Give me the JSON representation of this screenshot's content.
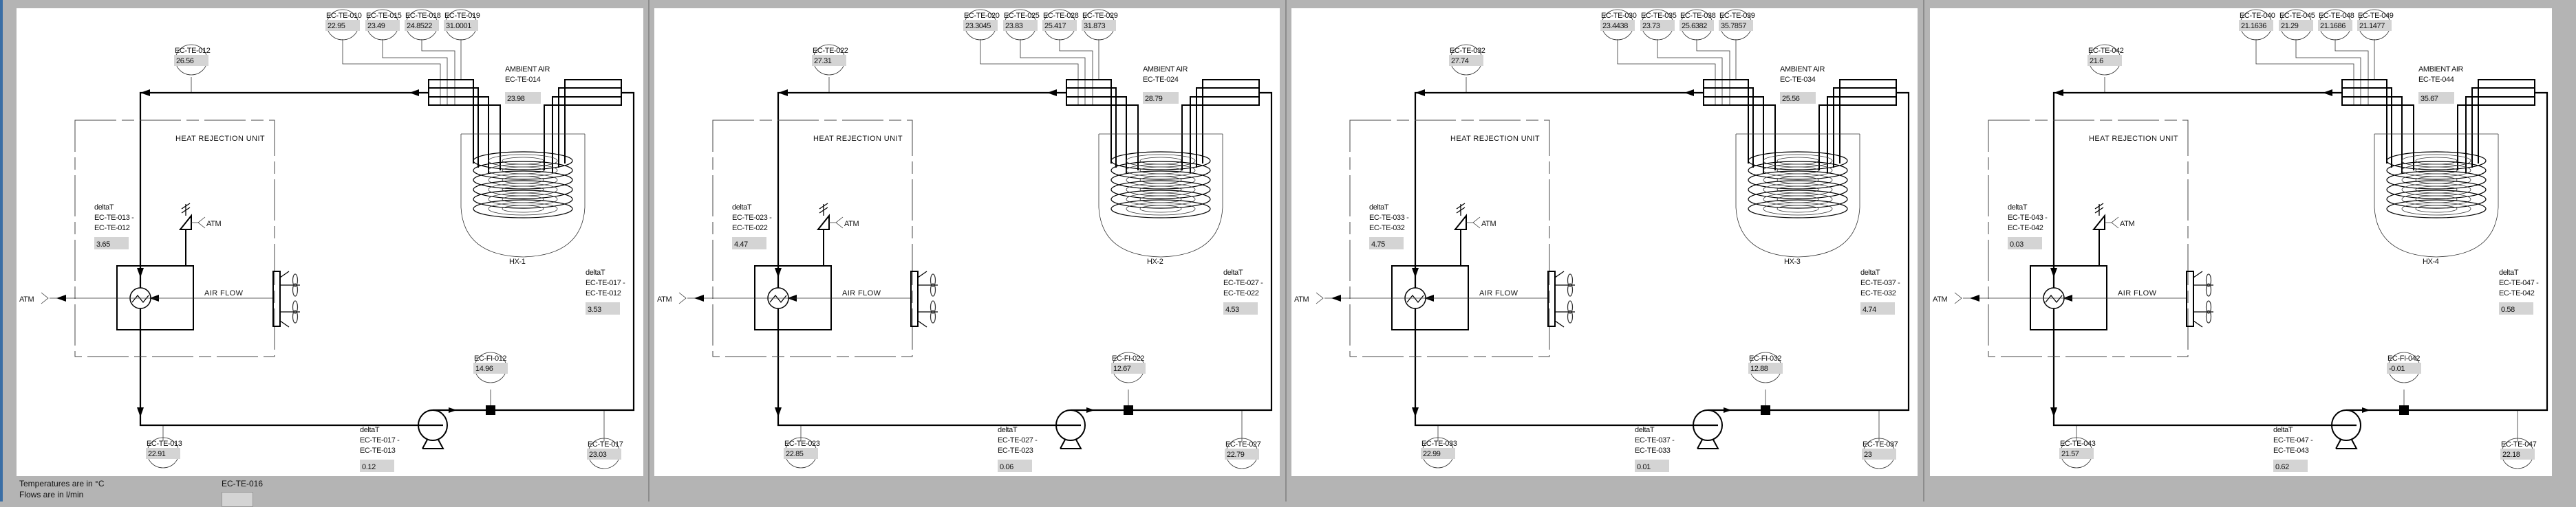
{
  "labels": {
    "heat_rejection_unit": "HEAT REJECTION UNIT",
    "air_flow": "AIR FLOW",
    "atm": "ATM",
    "ambient_air": "AMBIENT AIR",
    "delta_t": "deltaT"
  },
  "footer": {
    "temp_units": "Temperatures are in °C",
    "flow_units": "Flows are in l/min",
    "extra_sensor_tag": "EC-TE-016"
  },
  "panels": [
    {
      "hx_label": "HX-1",
      "top_sensors": [
        {
          "tag": "EC-TE-010",
          "value": "22.95"
        },
        {
          "tag": "EC-TE-015",
          "value": "23.49"
        },
        {
          "tag": "EC-TE-018",
          "value": "24.8522"
        },
        {
          "tag": "EC-TE-019",
          "value": "31.0001"
        }
      ],
      "supply_sensor": {
        "tag": "EC-TE-012",
        "value": "26.56"
      },
      "ambient_sensor": {
        "tag": "EC-TE-014",
        "value": "23.98"
      },
      "delta_hru": {
        "line1": "EC-TE-013 -",
        "line2": "EC-TE-012",
        "value": "3.65"
      },
      "delta_hx": {
        "line1": "EC-TE-017 -",
        "line2": "EC-TE-012",
        "value": "3.53"
      },
      "delta_pump": {
        "line1": "EC-TE-017 -",
        "line2": "EC-TE-013",
        "value": "0.12"
      },
      "flow_sensor": {
        "tag": "EC-FI-012",
        "value": "14.96"
      },
      "return_sensor": {
        "tag": "EC-TE-013",
        "value": "22.91"
      },
      "hx_return_sensor": {
        "tag": "EC-TE-017",
        "value": "23.03"
      }
    },
    {
      "hx_label": "HX-2",
      "top_sensors": [
        {
          "tag": "EC-TE-020",
          "value": "23.3045"
        },
        {
          "tag": "EC-TE-025",
          "value": "23.83"
        },
        {
          "tag": "EC-TE-028",
          "value": "25.417"
        },
        {
          "tag": "EC-TE-029",
          "value": "31.873"
        }
      ],
      "supply_sensor": {
        "tag": "EC-TE-022",
        "value": "27.31"
      },
      "ambient_sensor": {
        "tag": "EC-TE-024",
        "value": "28.79"
      },
      "delta_hru": {
        "line1": "EC-TE-023 -",
        "line2": "EC-TE-022",
        "value": "4.47"
      },
      "delta_hx": {
        "line1": "EC-TE-027 -",
        "line2": "EC-TE-022",
        "value": "4.53"
      },
      "delta_pump": {
        "line1": "EC-TE-027 -",
        "line2": "EC-TE-023",
        "value": "0.06"
      },
      "flow_sensor": {
        "tag": "EC-FI-022",
        "value": "12.67"
      },
      "return_sensor": {
        "tag": "EC-TE-023",
        "value": "22.85"
      },
      "hx_return_sensor": {
        "tag": "EC-TE-027",
        "value": "22.79"
      }
    },
    {
      "hx_label": "HX-3",
      "top_sensors": [
        {
          "tag": "EC-TE-030",
          "value": "23.4438"
        },
        {
          "tag": "EC-TE-035",
          "value": "23.73"
        },
        {
          "tag": "EC-TE-038",
          "value": "25.6382"
        },
        {
          "tag": "EC-TE-039",
          "value": "35.7857"
        }
      ],
      "supply_sensor": {
        "tag": "EC-TE-032",
        "value": "27.74"
      },
      "ambient_sensor": {
        "tag": "EC-TE-034",
        "value": "25.56"
      },
      "delta_hru": {
        "line1": "EC-TE-033 -",
        "line2": "EC-TE-032",
        "value": "4.75"
      },
      "delta_hx": {
        "line1": "EC-TE-037 -",
        "line2": "EC-TE-032",
        "value": "4.74"
      },
      "delta_pump": {
        "line1": "EC-TE-037 -",
        "line2": "EC-TE-033",
        "value": "0.01"
      },
      "flow_sensor": {
        "tag": "EC-FI-032",
        "value": "12.88"
      },
      "return_sensor": {
        "tag": "EC-TE-033",
        "value": "22.99"
      },
      "hx_return_sensor": {
        "tag": "EC-TE-037",
        "value": "23"
      }
    },
    {
      "hx_label": "HX-4",
      "top_sensors": [
        {
          "tag": "EC-TE-040",
          "value": "21.1636"
        },
        {
          "tag": "EC-TE-045",
          "value": "21.29"
        },
        {
          "tag": "EC-TE-048",
          "value": "21.1686"
        },
        {
          "tag": "EC-TE-049",
          "value": "21.1477"
        }
      ],
      "supply_sensor": {
        "tag": "EC-TE-042",
        "value": "21.6"
      },
      "ambient_sensor": {
        "tag": "EC-TE-044",
        "value": "35.67"
      },
      "delta_hru": {
        "line1": "EC-TE-043 -",
        "line2": "EC-TE-042",
        "value": "0.03"
      },
      "delta_hx": {
        "line1": "EC-TE-047 -",
        "line2": "EC-TE-042",
        "value": "0.58"
      },
      "delta_pump": {
        "line1": "EC-TE-047 -",
        "line2": "EC-TE-043",
        "value": "0.62"
      },
      "flow_sensor": {
        "tag": "EC-FI-042",
        "value": "-0.01"
      },
      "return_sensor": {
        "tag": "EC-TE-043",
        "value": "21.57"
      },
      "hx_return_sensor": {
        "tag": "EC-TE-047",
        "value": "22.18"
      }
    }
  ]
}
